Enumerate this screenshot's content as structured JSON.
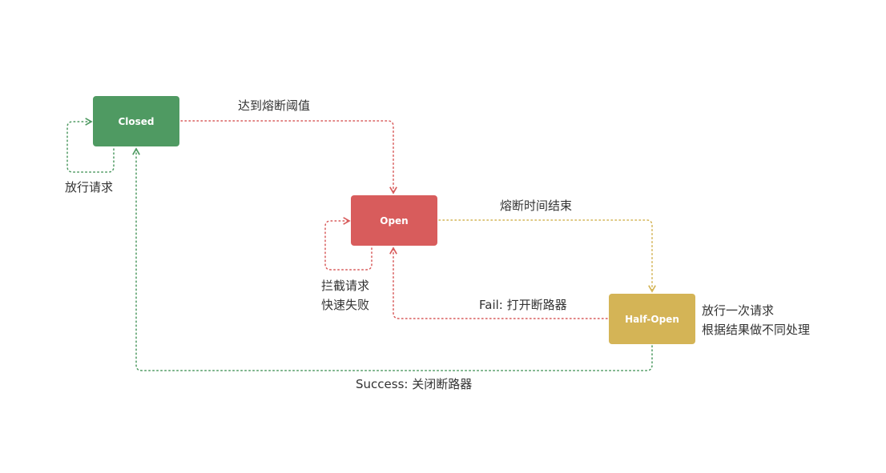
{
  "nodes": {
    "closed": {
      "label": "Closed",
      "color": "#4f9a62"
    },
    "open": {
      "label": "Open",
      "color": "#d85c5c"
    },
    "half_open": {
      "label": "Half-Open",
      "color": "#d4b456"
    }
  },
  "edges": {
    "closed_self": {
      "label": "放行请求",
      "color": "#4f9a62"
    },
    "closed_to_open": {
      "label": "达到熔断阈值",
      "color": "#d85c5c"
    },
    "open_self": {
      "lines": [
        "拦截请求",
        "快速失败"
      ],
      "color": "#d85c5c"
    },
    "open_to_half": {
      "label": "熔断时间结束",
      "color": "#d4b456"
    },
    "half_to_open": {
      "label": "Fail: 打开断路器",
      "color": "#d85c5c"
    },
    "half_to_closed": {
      "label": "Success: 关闭断路器",
      "color": "#4f9a62"
    },
    "half_note": {
      "lines": [
        "放行一次请求",
        "根据结果做不同处理"
      ]
    }
  }
}
